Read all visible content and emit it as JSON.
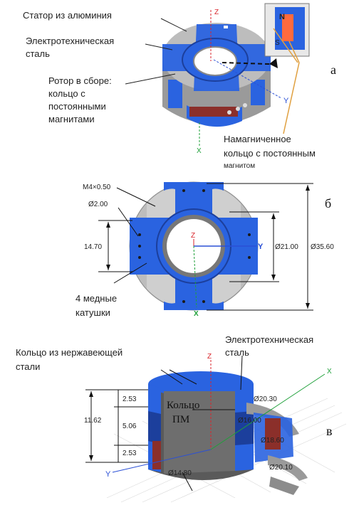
{
  "panel_a": {
    "letter": "а",
    "labels": {
      "stator": "Статор из алюминия",
      "steel_l1": "Электротехническая",
      "steel_l2": "сталь",
      "rotor_l1": "Ротор в сборе:",
      "rotor_l2": "кольцо с",
      "rotor_l3": "постоянными",
      "rotor_l4": "магнитами",
      "ring_l1": "Намагниченное",
      "ring_l2": "кольцо с постоянным",
      "ring_l3": "магнитом"
    },
    "inset": {
      "n": "N",
      "s": "S"
    },
    "axes": {
      "z": "Z",
      "y": "Y",
      "x": "X"
    }
  },
  "panel_b": {
    "letter": "б",
    "labels": {
      "thread": "M4×0.50",
      "hole": "Ø2.00",
      "width": "14.70",
      "inner": "Ø21.00",
      "outer": "Ø35.60",
      "coils_l1": "4 медные",
      "coils_l2": "катушки"
    },
    "axes": {
      "z": "Z",
      "y": "Y",
      "x": "X"
    }
  },
  "panel_v": {
    "letter": "в",
    "labels": {
      "ss_l1": "Кольцо из нержавеющей",
      "ss_l2": "стали",
      "es_l1": "Электротехническая",
      "es_l2": "сталь",
      "pm_l1": "Кольцо",
      "pm_l2": "ПМ",
      "height": "11.62",
      "h1": "2.53",
      "h2": "5.06",
      "h3": "2.53",
      "d1": "Ø20.30",
      "d2": "Ø16.00",
      "d3": "Ø18.60",
      "d4": "Ø20.10",
      "d5": "Ø14.80"
    },
    "axes": {
      "z": "Z",
      "y": "Y",
      "x": "X"
    }
  },
  "colors": {
    "blue": "#2a63e0",
    "blue_dark": "#1c3f9c",
    "grey": "#bdbdbd",
    "grey_dark": "#8c8c8c",
    "copper": "#8b2f2a",
    "axis_red": "#d9262c",
    "axis_green": "#1fa03a",
    "axis_blue": "#2b50d6",
    "leader_orange": "#e0a040"
  }
}
